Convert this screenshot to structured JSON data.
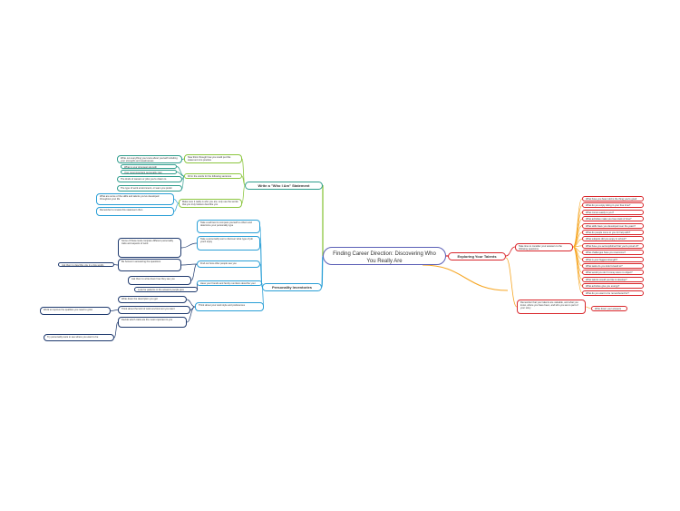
{
  "colors": {
    "root": "#5b5fb6",
    "green": "#8cc63f",
    "teal": "#2e9c8c",
    "blue": "#2a9fd6",
    "navy": "#1f3a6e",
    "orange": "#f6a623",
    "red": "#d9262b",
    "gold": "#f2c21b"
  },
  "root": {
    "text": "Finding Career Direction: Discovering Who You Really Are"
  },
  "branches": {
    "statement": {
      "label": "Write a \"Who I Am\" Statement"
    },
    "inventories": {
      "label": "Personality Inventories"
    },
    "talents": {
      "label": "Exploring Your Talents"
    }
  },
  "statement_items": [
    "Now think through how you could put this statement into practice",
    "Fill in the words for the following sentence",
    "Make sure it really is who you are; only use the words that you truly believe describe you"
  ],
  "statement_subitems": [
    "Write out everything you know about yourself including your strengths and weaknesses",
    "What is your strongest strength",
    "Your most important personality trait",
    "The kinds of careers or jobs you're drawn to",
    "The type of work environment, or team you prefer",
    "What are some of the skills and talents you've developed throughout your life",
    "Remember to review this statement often"
  ],
  "inventory_items": [
    "Take a self-test to compare yourself to others and determine your personality type",
    "Take a personality test to discover what type of job you'd enjoy",
    "Find out how other people see you",
    "Have your friends and family members describe your best qualities",
    "Think about your work style and preferences"
  ],
  "inventory_subitems": [
    "Some of these tests compare different personality traits and aspects of work",
    "Be honest in answering the questions",
    "Ask them to write down how they see you",
    "Look for patterns in the answers people give",
    "Write down the description you get",
    "Think about the kind of work environment you want",
    "Decide which traits are the most important to you"
  ],
  "inventory_notes": [
    "Ask them to describe you in a few words",
    "Work to improve the qualities you need to grow",
    "Try personality tests to see where you want to be"
  ],
  "talent_intro": "Take time to consider your answers to the following questions",
  "talent_questions": [
    "What have you been told is the thing you're good at?",
    "What do you enjoy doing in your free time?",
    "What comes easily to you?",
    "What activities make you lose track of time?",
    "What skills have you developed over the years?",
    "What do people come to you for help with?",
    "What subjects did you enjoy in school?",
    "What have you accomplished that you're proud of?",
    "What challenges have you overcome?",
    "What is your biggest strength?",
    "What tasks do you look forward to?",
    "What would you do if money were no object?",
    "What talents would you like to develop?",
    "What activities give you energy?",
    "What do you want to be remembered for?"
  ],
  "talent_note": "Remember that your talents are valuable, and what you know, where you have been, and who you are is part of your story",
  "talent_note_child": "Write down your answers"
}
